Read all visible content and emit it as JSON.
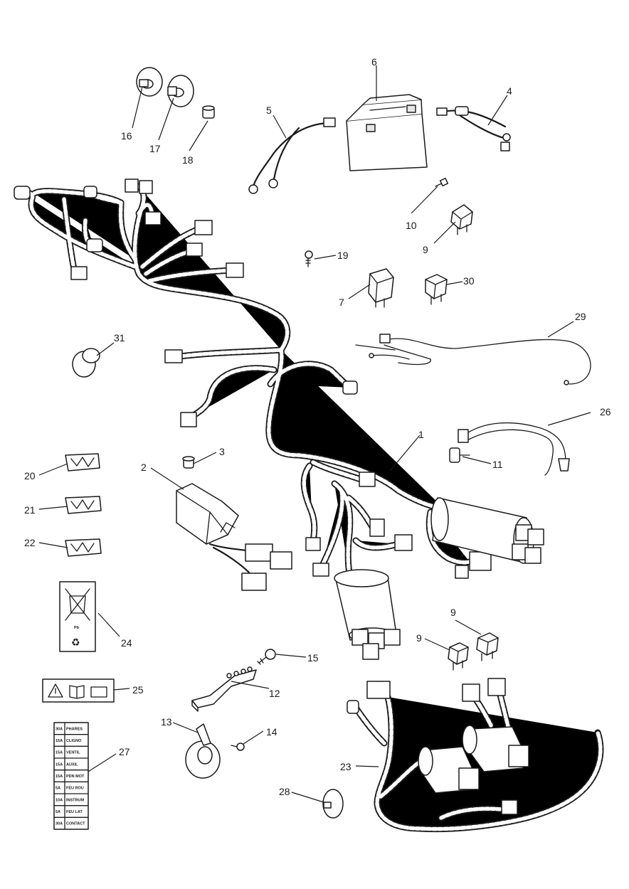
{
  "callouts": [
    "1",
    "2",
    "3",
    "4",
    "5",
    "6",
    "7",
    "9",
    "9",
    "9",
    "10",
    "11",
    "12",
    "13",
    "14",
    "15",
    "16",
    "17",
    "18",
    "19",
    "20",
    "21",
    "22",
    "23",
    "24",
    "25",
    "26",
    "27",
    "28",
    "29",
    "30",
    "31"
  ],
  "label_27": {
    "rows": [
      {
        "amp": "30A",
        "name": "PHARES"
      },
      {
        "amp": "15A",
        "name": "CLIGNO"
      },
      {
        "amp": "15A",
        "name": "VENTIL"
      },
      {
        "amp": "15A",
        "name": "AUXIL"
      },
      {
        "amp": "15A",
        "name": "PDN MOT"
      },
      {
        "amp": "5A",
        "name": "FEU ROU"
      },
      {
        "amp": "10A",
        "name": "INSTRUM"
      },
      {
        "amp": "5A",
        "name": "FEU LAT"
      },
      {
        "amp": "30A",
        "name": "CONTACT"
      }
    ]
  },
  "label_24": {
    "marking": "Pb"
  },
  "icons": {
    "label_25": [
      "warning-triangle-icon",
      "manual-book-icon",
      "battery-icon"
    ],
    "label_24": [
      "crossed-bin-icon",
      "recycle-icon"
    ]
  }
}
